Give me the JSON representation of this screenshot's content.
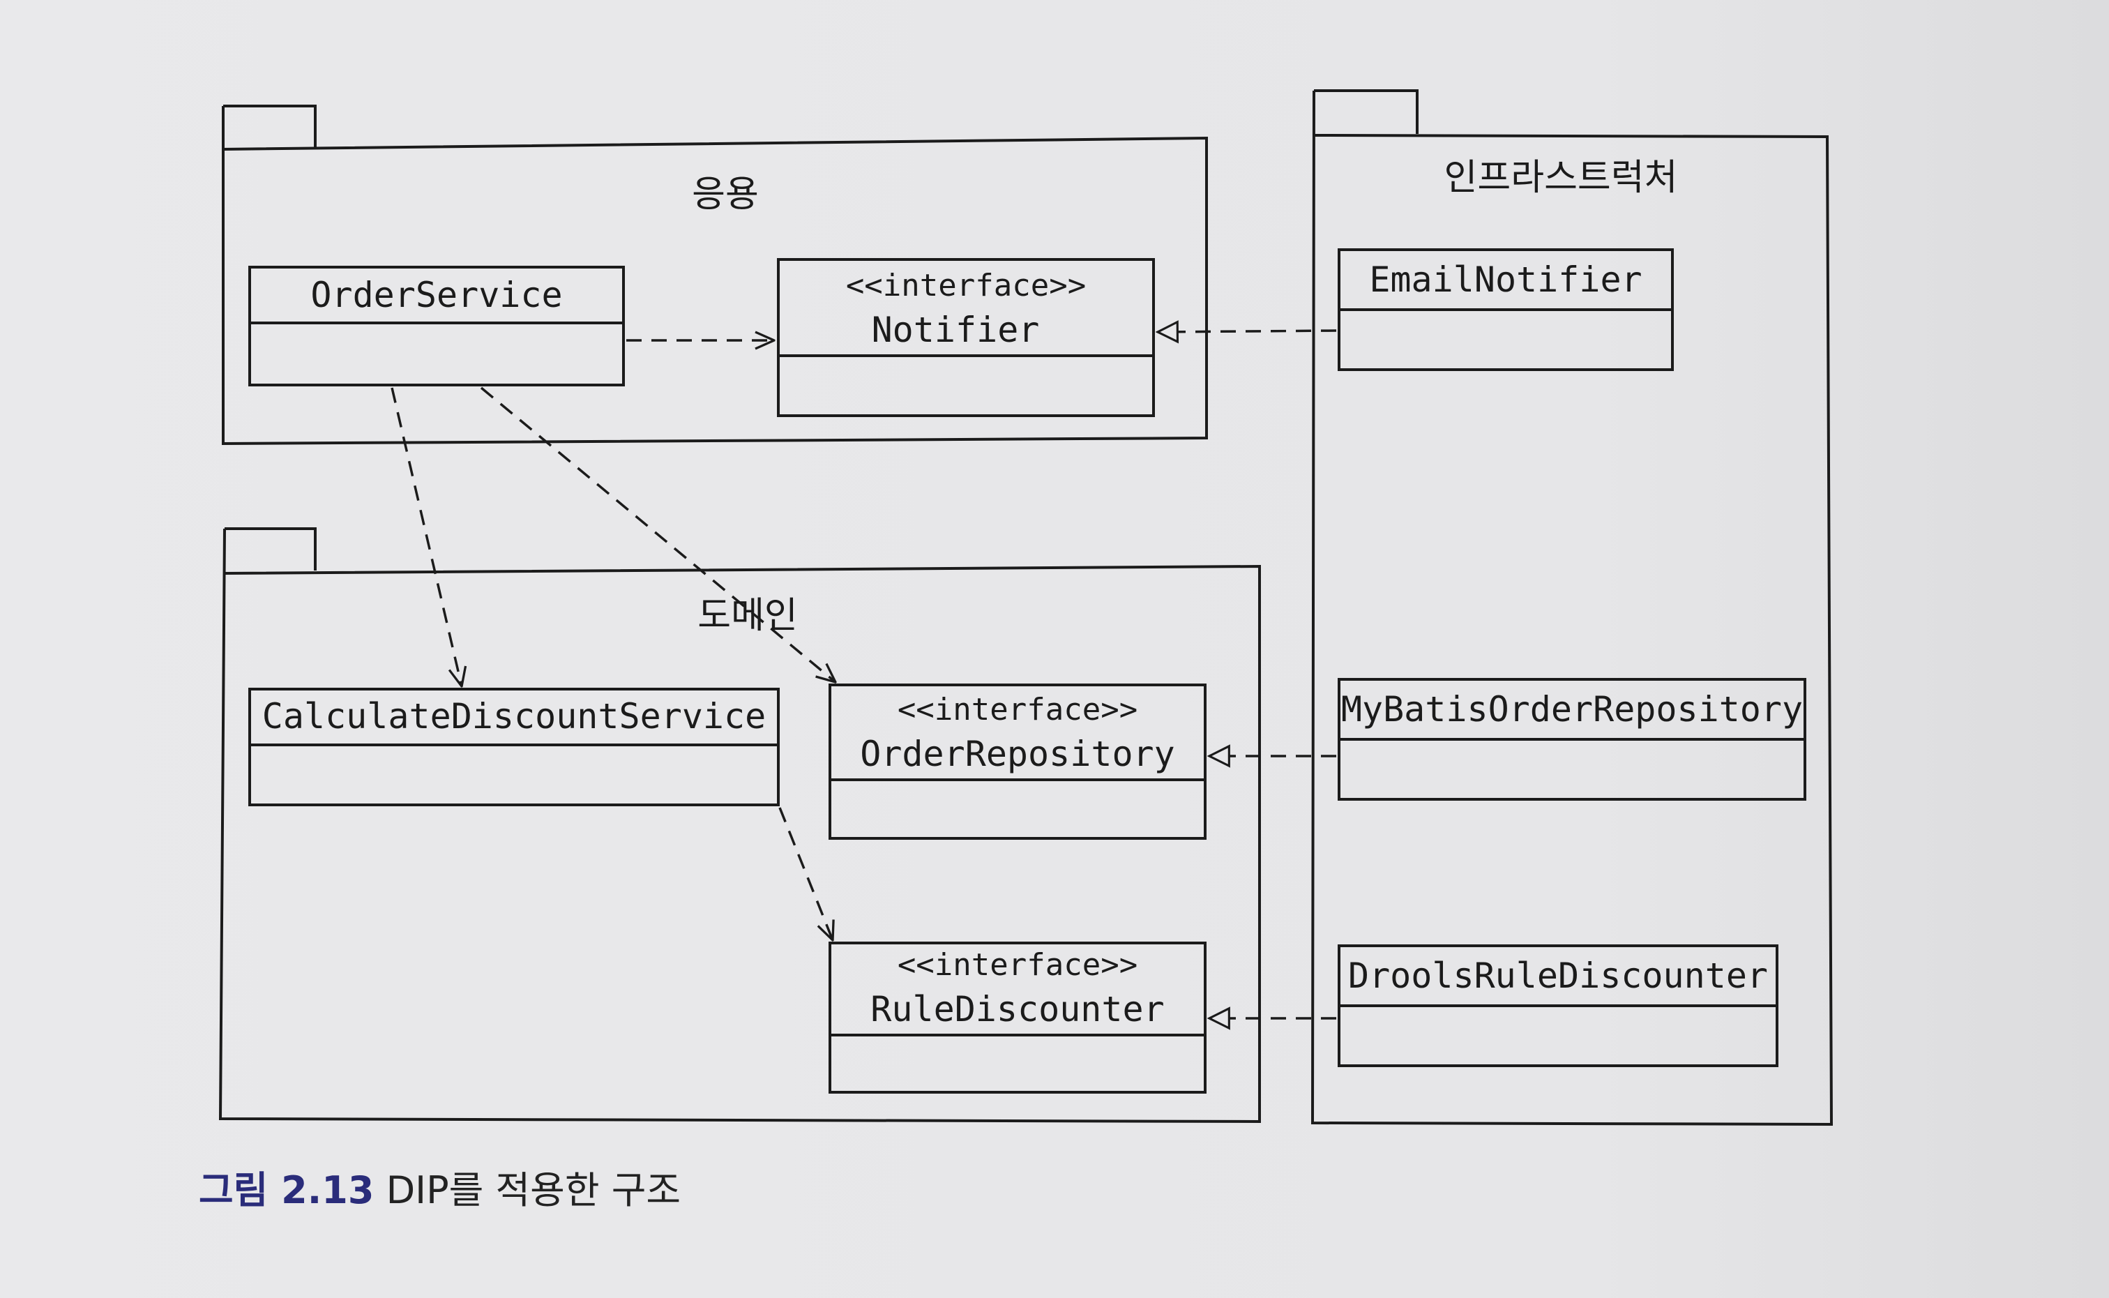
{
  "packages": {
    "application": "응용",
    "domain": "도메인",
    "infrastructure": "인프라스트럭처"
  },
  "classes": {
    "order_service": {
      "name": "OrderService"
    },
    "notifier": {
      "stereotype": "<<interface>>",
      "name": "Notifier"
    },
    "calculate_discount_service": {
      "name": "CalculateDiscountService"
    },
    "order_repository": {
      "stereotype": "<<interface>>",
      "name": "OrderRepository"
    },
    "rule_discounter": {
      "stereotype": "<<interface>>",
      "name": "RuleDiscounter"
    },
    "email_notifier": {
      "name": "EmailNotifier"
    },
    "mybatis_order_repository": {
      "name": "MyBatisOrderRepository"
    },
    "drools_rule_discounter": {
      "name": "DroolsRuleDiscounter"
    }
  },
  "relations": [
    {
      "from": "OrderService",
      "to": "Notifier",
      "type": "dependency"
    },
    {
      "from": "OrderService",
      "to": "CalculateDiscountService",
      "type": "dependency"
    },
    {
      "from": "OrderService",
      "to": "OrderRepository",
      "type": "dependency"
    },
    {
      "from": "CalculateDiscountService",
      "to": "RuleDiscounter",
      "type": "dependency"
    },
    {
      "from": "EmailNotifier",
      "to": "Notifier",
      "type": "realization"
    },
    {
      "from": "MyBatisOrderRepository",
      "to": "OrderRepository",
      "type": "realization"
    },
    {
      "from": "DroolsRuleDiscounter",
      "to": "RuleDiscounter",
      "type": "realization"
    }
  ],
  "caption": {
    "figure_label": "그림 2.13",
    "text": "DIP를 적용한 구조"
  }
}
